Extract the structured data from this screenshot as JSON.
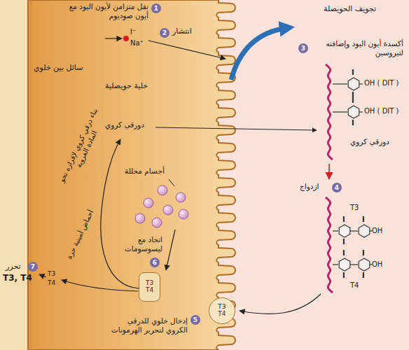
{
  "diagram": {
    "nodes": [
      {
        "text": [
          "T3",
          "T4"
        ]
      },
      {
        "text": [
          "T3",
          "T4"
        ]
      }
    ],
    "labels": [
      "1",
      "نقل متزامن لأيون اليود مع أيون صوديوم",
      "I⁻",
      "Na⁺",
      "سائل بين خلوي",
      "2",
      "انتشار",
      "تجويف الحويصلة",
      "3",
      "أكسدة أيون اليود وإضافته لتيروسين",
      "خلية حويصلية",
      "OH ( DIT )",
      "OH ( DIT )",
      "دورقي كروي",
      "دورقي كروي",
      "بناء درقي كروي لإفرازه نحو المادة الغروية",
      "أجسام محللة",
      "ازدواج",
      "4",
      "T3",
      "T4",
      "أحماض أمينية حرة",
      "اتحاد مع ليسوسومات",
      "6",
      "تحرر",
      "7",
      "T3, T4",
      "T3",
      "T4",
      "إدخال خلوي للدرقي الكروي لتحرير الهرمونات",
      "5",
      "I",
      "I",
      "I",
      "I",
      "I",
      "I",
      "I",
      "I",
      "I",
      "I",
      "I",
      "OH",
      "OH"
    ]
  }
}
